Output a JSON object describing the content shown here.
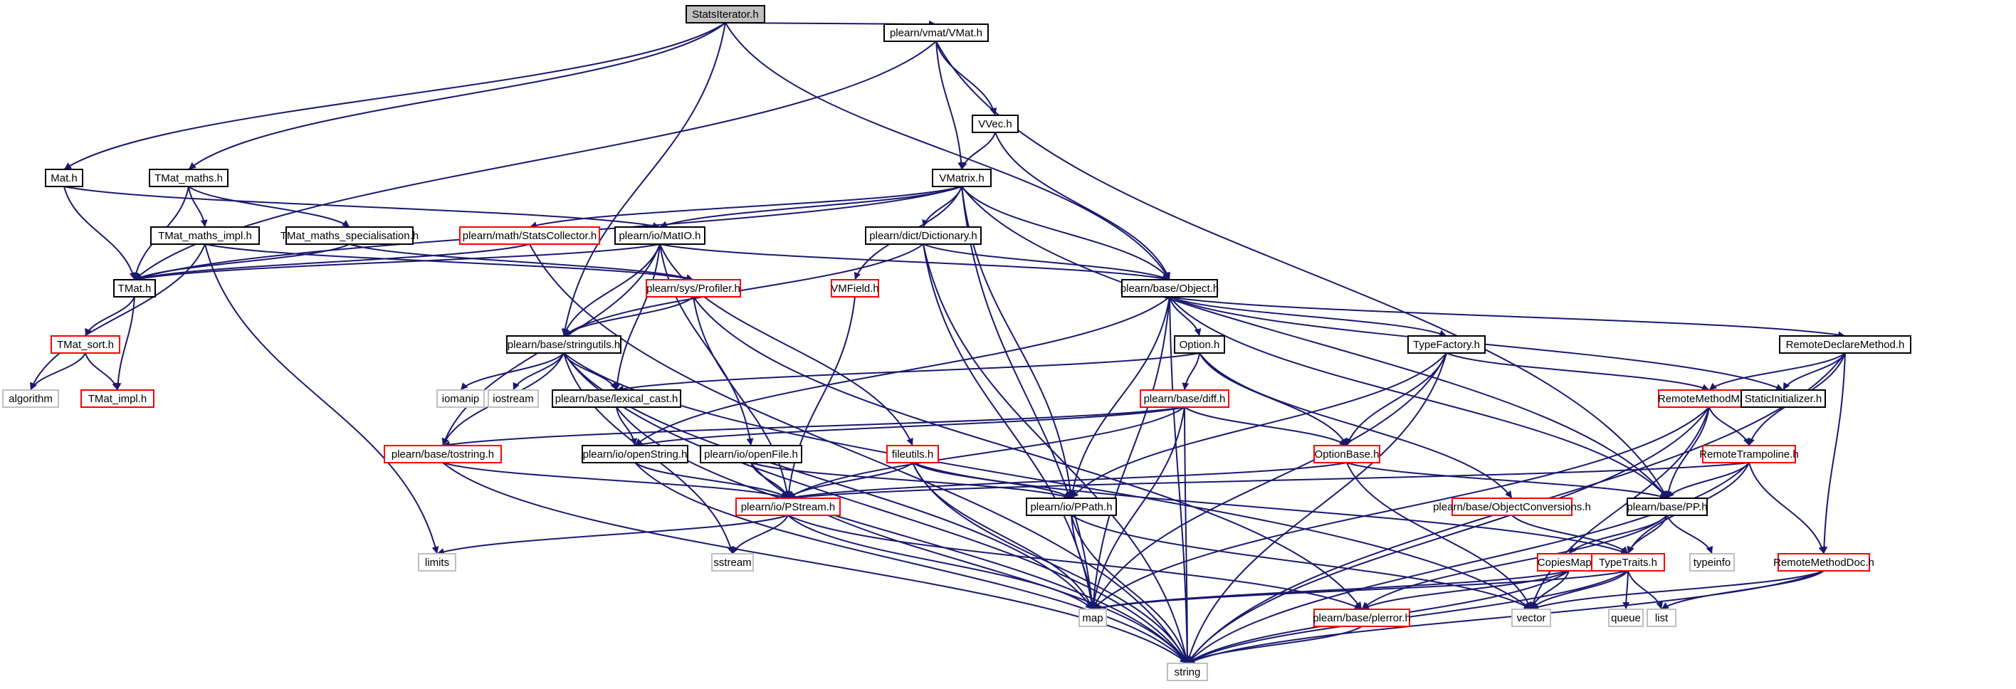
{
  "graph": {
    "title": "",
    "colors": {
      "edge": "#191970",
      "root_fill": "#bfbfbf",
      "root_border": "#000000",
      "documented_border": "#000000",
      "undocumented_border": "#ff0000",
      "system_border": "#bfbfbf"
    },
    "nodes": [
      {
        "id": "statsiterator",
        "label": "StatsIterator.h",
        "kind": "root"
      },
      {
        "id": "vmat",
        "label": "plearn/vmat/VMat.h",
        "kind": "doc"
      },
      {
        "id": "vvec",
        "label": "VVec.h",
        "kind": "doc"
      },
      {
        "id": "vmatrix",
        "label": "VMatrix.h",
        "kind": "doc"
      },
      {
        "id": "mat",
        "label": "Mat.h",
        "kind": "doc"
      },
      {
        "id": "tmat_maths",
        "label": "TMat_maths.h",
        "kind": "doc"
      },
      {
        "id": "tmat_maths_impl",
        "label": "TMat_maths_impl.h",
        "kind": "doc"
      },
      {
        "id": "tmat_maths_spec",
        "label": "TMat_maths_specialisation.h",
        "kind": "doc"
      },
      {
        "id": "statscollector",
        "label": "plearn/math/StatsCollector.h",
        "kind": "red"
      },
      {
        "id": "matio",
        "label": "plearn/io/MatIO.h",
        "kind": "doc"
      },
      {
        "id": "dictionary",
        "label": "plearn/dict/Dictionary.h",
        "kind": "doc"
      },
      {
        "id": "tmat",
        "label": "TMat.h",
        "kind": "doc"
      },
      {
        "id": "profiler",
        "label": "plearn/sys/Profiler.h",
        "kind": "red"
      },
      {
        "id": "vmfield",
        "label": "VMField.h",
        "kind": "red"
      },
      {
        "id": "object",
        "label": "plearn/base/Object.h",
        "kind": "doc"
      },
      {
        "id": "tmat_sort",
        "label": "TMat_sort.h",
        "kind": "red"
      },
      {
        "id": "stringutils",
        "label": "plearn/base/stringutils.h",
        "kind": "doc"
      },
      {
        "id": "option",
        "label": "Option.h",
        "kind": "doc"
      },
      {
        "id": "typefactory",
        "label": "TypeFactory.h",
        "kind": "doc"
      },
      {
        "id": "remotedeclare",
        "label": "RemoteDeclareMethod.h",
        "kind": "doc"
      },
      {
        "id": "algorithm",
        "label": "algorithm",
        "kind": "sys"
      },
      {
        "id": "tmat_impl",
        "label": "TMat_impl.h",
        "kind": "red"
      },
      {
        "id": "iomanip",
        "label": "iomanip",
        "kind": "sys"
      },
      {
        "id": "iostream",
        "label": "iostream",
        "kind": "sys"
      },
      {
        "id": "lexical_cast",
        "label": "plearn/base/lexical_cast.h",
        "kind": "doc"
      },
      {
        "id": "diff",
        "label": "plearn/base/diff.h",
        "kind": "red"
      },
      {
        "id": "remotemethodmap",
        "label": "RemoteMethodMap.h",
        "kind": "red"
      },
      {
        "id": "staticinit",
        "label": "StaticInitializer.h",
        "kind": "doc"
      },
      {
        "id": "tostring",
        "label": "plearn/base/tostring.h",
        "kind": "red"
      },
      {
        "id": "openstring",
        "label": "plearn/io/openString.h",
        "kind": "doc"
      },
      {
        "id": "openfile",
        "label": "plearn/io/openFile.h",
        "kind": "doc"
      },
      {
        "id": "fileutils",
        "label": "fileutils.h",
        "kind": "red"
      },
      {
        "id": "optionbase",
        "label": "OptionBase.h",
        "kind": "red"
      },
      {
        "id": "remotetrampoline",
        "label": "RemoteTrampoline.h",
        "kind": "red"
      },
      {
        "id": "pstream",
        "label": "plearn/io/PStream.h",
        "kind": "red"
      },
      {
        "id": "ppath",
        "label": "plearn/io/PPath.h",
        "kind": "doc"
      },
      {
        "id": "objconv",
        "label": "plearn/base/ObjectConversions.h",
        "kind": "red"
      },
      {
        "id": "pp",
        "label": "plearn/base/PP.h",
        "kind": "doc"
      },
      {
        "id": "limits",
        "label": "limits",
        "kind": "sys"
      },
      {
        "id": "sstream",
        "label": "sstream",
        "kind": "sys"
      },
      {
        "id": "copiesmap",
        "label": "CopiesMap.h",
        "kind": "red"
      },
      {
        "id": "typeinfo",
        "label": "typeinfo",
        "kind": "sys"
      },
      {
        "id": "typetraits",
        "label": "TypeTraits.h",
        "kind": "red"
      },
      {
        "id": "remotemethoddoc",
        "label": "RemoteMethodDoc.h",
        "kind": "red"
      },
      {
        "id": "map",
        "label": "map",
        "kind": "sys"
      },
      {
        "id": "plerror",
        "label": "plearn/base/plerror.h",
        "kind": "red"
      },
      {
        "id": "vector",
        "label": "vector",
        "kind": "sys"
      },
      {
        "id": "queue",
        "label": "queue",
        "kind": "sys"
      },
      {
        "id": "list",
        "label": "list",
        "kind": "sys"
      },
      {
        "id": "string",
        "label": "string",
        "kind": "sys"
      }
    ],
    "edges": [
      [
        "statsiterator",
        "vmat"
      ],
      [
        "statsiterator",
        "mat"
      ],
      [
        "statsiterator",
        "tmat_maths"
      ],
      [
        "statsiterator",
        "stringutils"
      ],
      [
        "statsiterator",
        "object"
      ],
      [
        "vmat",
        "vvec"
      ],
      [
        "vmat",
        "vmatrix"
      ],
      [
        "vmat",
        "tmat"
      ],
      [
        "vmat",
        "pp"
      ],
      [
        "vvec",
        "vmatrix"
      ],
      [
        "vvec",
        "object"
      ],
      [
        "vmatrix",
        "statscollector"
      ],
      [
        "vmatrix",
        "matio"
      ],
      [
        "vmatrix",
        "dictionary"
      ],
      [
        "vmatrix",
        "vmfield"
      ],
      [
        "vmatrix",
        "object"
      ],
      [
        "vmatrix",
        "tmat"
      ],
      [
        "vmatrix",
        "ppath"
      ],
      [
        "vmatrix",
        "map"
      ],
      [
        "vmatrix",
        "pp"
      ],
      [
        "mat",
        "tmat"
      ],
      [
        "mat",
        "matio"
      ],
      [
        "tmat_maths",
        "tmat_maths_impl"
      ],
      [
        "tmat_maths",
        "tmat_maths_spec"
      ],
      [
        "tmat_maths",
        "tmat"
      ],
      [
        "tmat_maths_impl",
        "algorithm"
      ],
      [
        "tmat_maths_impl",
        "limits"
      ],
      [
        "tmat_maths_impl",
        "profiler"
      ],
      [
        "tmat_maths_spec",
        "tmat"
      ],
      [
        "tmat_maths_spec",
        "profiler"
      ],
      [
        "statscollector",
        "tmat"
      ],
      [
        "statscollector",
        "string"
      ],
      [
        "matio",
        "tmat"
      ],
      [
        "matio",
        "stringutils"
      ],
      [
        "matio",
        "lexical_cast"
      ],
      [
        "matio",
        "tostring"
      ],
      [
        "matio",
        "openfile"
      ],
      [
        "matio",
        "fileutils"
      ],
      [
        "matio",
        "object"
      ],
      [
        "dictionary",
        "object"
      ],
      [
        "dictionary",
        "stringutils"
      ],
      [
        "dictionary",
        "map"
      ],
      [
        "dictionary",
        "string"
      ],
      [
        "tmat",
        "tmat_sort"
      ],
      [
        "tmat",
        "tmat_impl"
      ],
      [
        "tmat_sort",
        "algorithm"
      ],
      [
        "tmat_sort",
        "tmat_impl"
      ],
      [
        "profiler",
        "stringutils"
      ],
      [
        "profiler",
        "pstream"
      ],
      [
        "profiler",
        "plerror"
      ],
      [
        "vmfield",
        "pstream"
      ],
      [
        "object",
        "option"
      ],
      [
        "object",
        "typefactory"
      ],
      [
        "object",
        "remotedeclare"
      ],
      [
        "object",
        "staticinit"
      ],
      [
        "object",
        "openstring"
      ],
      [
        "object",
        "ppath"
      ],
      [
        "object",
        "pp"
      ],
      [
        "object",
        "map"
      ],
      [
        "object",
        "string"
      ],
      [
        "stringutils",
        "iomanip"
      ],
      [
        "stringutils",
        "iostream"
      ],
      [
        "stringutils",
        "lexical_cast"
      ],
      [
        "stringutils",
        "tostring"
      ],
      [
        "stringutils",
        "sstream"
      ],
      [
        "stringutils",
        "map"
      ],
      [
        "stringutils",
        "vector"
      ],
      [
        "stringutils",
        "string"
      ],
      [
        "option",
        "lexical_cast"
      ],
      [
        "option",
        "diff"
      ],
      [
        "option",
        "optionbase"
      ],
      [
        "option",
        "objconv"
      ],
      [
        "typefactory",
        "remotemethodmap"
      ],
      [
        "typefactory",
        "optionbase"
      ],
      [
        "typefactory",
        "ppath"
      ],
      [
        "typefactory",
        "map"
      ],
      [
        "typefactory",
        "string"
      ],
      [
        "remotedeclare",
        "remotemethodmap"
      ],
      [
        "remotedeclare",
        "staticinit"
      ],
      [
        "remotedeclare",
        "remotetrampoline"
      ],
      [
        "remotedeclare",
        "remotemethoddoc"
      ],
      [
        "remotedeclare",
        "string"
      ],
      [
        "lexical_cast",
        "openstring"
      ],
      [
        "lexical_cast",
        "string"
      ],
      [
        "diff",
        "tostring"
      ],
      [
        "diff",
        "openstring"
      ],
      [
        "diff",
        "pstream"
      ],
      [
        "diff",
        "optionbase"
      ],
      [
        "diff",
        "map"
      ],
      [
        "diff",
        "string"
      ],
      [
        "remotemethodmap",
        "remotetrampoline"
      ],
      [
        "remotemethodmap",
        "pp"
      ],
      [
        "remotemethodmap",
        "map"
      ],
      [
        "remotemethodmap",
        "vector"
      ],
      [
        "remotemethodmap",
        "string"
      ],
      [
        "tostring",
        "pstream"
      ],
      [
        "tostring",
        "string"
      ],
      [
        "openstring",
        "pstream"
      ],
      [
        "openstring",
        "string"
      ],
      [
        "openfile",
        "pstream"
      ],
      [
        "openfile",
        "ppath"
      ],
      [
        "openfile",
        "string"
      ],
      [
        "fileutils",
        "pstream"
      ],
      [
        "fileutils",
        "ppath"
      ],
      [
        "fileutils",
        "map"
      ],
      [
        "fileutils",
        "string"
      ],
      [
        "fileutils",
        "typetraits"
      ],
      [
        "optionbase",
        "pstream"
      ],
      [
        "optionbase",
        "pp"
      ],
      [
        "optionbase",
        "vector"
      ],
      [
        "remotetrampoline",
        "pstream"
      ],
      [
        "remotetrampoline",
        "pp"
      ],
      [
        "remotetrampoline",
        "typetraits"
      ],
      [
        "remotetrampoline",
        "remotemethoddoc"
      ],
      [
        "remotetrampoline",
        "string"
      ],
      [
        "pstream",
        "limits"
      ],
      [
        "pstream",
        "sstream"
      ],
      [
        "pstream",
        "map"
      ],
      [
        "pstream",
        "plerror"
      ],
      [
        "ppath",
        "map"
      ],
      [
        "ppath",
        "string"
      ],
      [
        "ppath",
        "vector"
      ],
      [
        "objconv",
        "typetraits"
      ],
      [
        "pp",
        "typeinfo"
      ],
      [
        "pp",
        "typetraits"
      ],
      [
        "pp",
        "copiesmap"
      ],
      [
        "pp",
        "plerror"
      ],
      [
        "copiesmap",
        "map"
      ],
      [
        "copiesmap",
        "vector"
      ],
      [
        "copiesmap",
        "plerror"
      ],
      [
        "copiesmap",
        "string"
      ],
      [
        "typetraits",
        "map"
      ],
      [
        "typetraits",
        "vector"
      ],
      [
        "typetraits",
        "queue"
      ],
      [
        "typetraits",
        "list"
      ],
      [
        "typetraits",
        "string"
      ],
      [
        "remotemethoddoc",
        "vector"
      ],
      [
        "remotemethoddoc",
        "list"
      ],
      [
        "remotemethoddoc",
        "string"
      ],
      [
        "plerror",
        "string"
      ]
    ]
  }
}
